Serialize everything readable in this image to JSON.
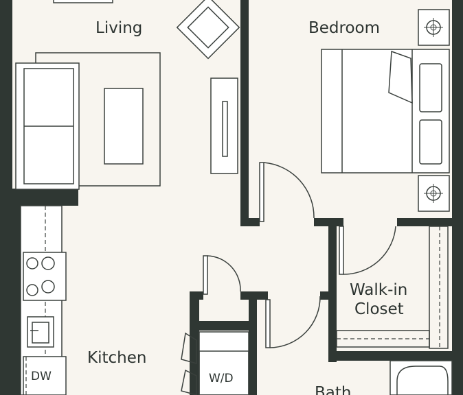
{
  "colors": {
    "wall": "#2f3733",
    "floor": "#f8f5ef",
    "line": "#3a403d"
  },
  "rooms": {
    "living": "Living",
    "bedroom": "Bedroom",
    "closet_line1": "Walk-in",
    "closet_line2": "Closet",
    "kitchen": "Kitchen",
    "bath": "Bath"
  },
  "appliances": {
    "dishwasher": "DW",
    "washer_dryer": "W/D"
  }
}
